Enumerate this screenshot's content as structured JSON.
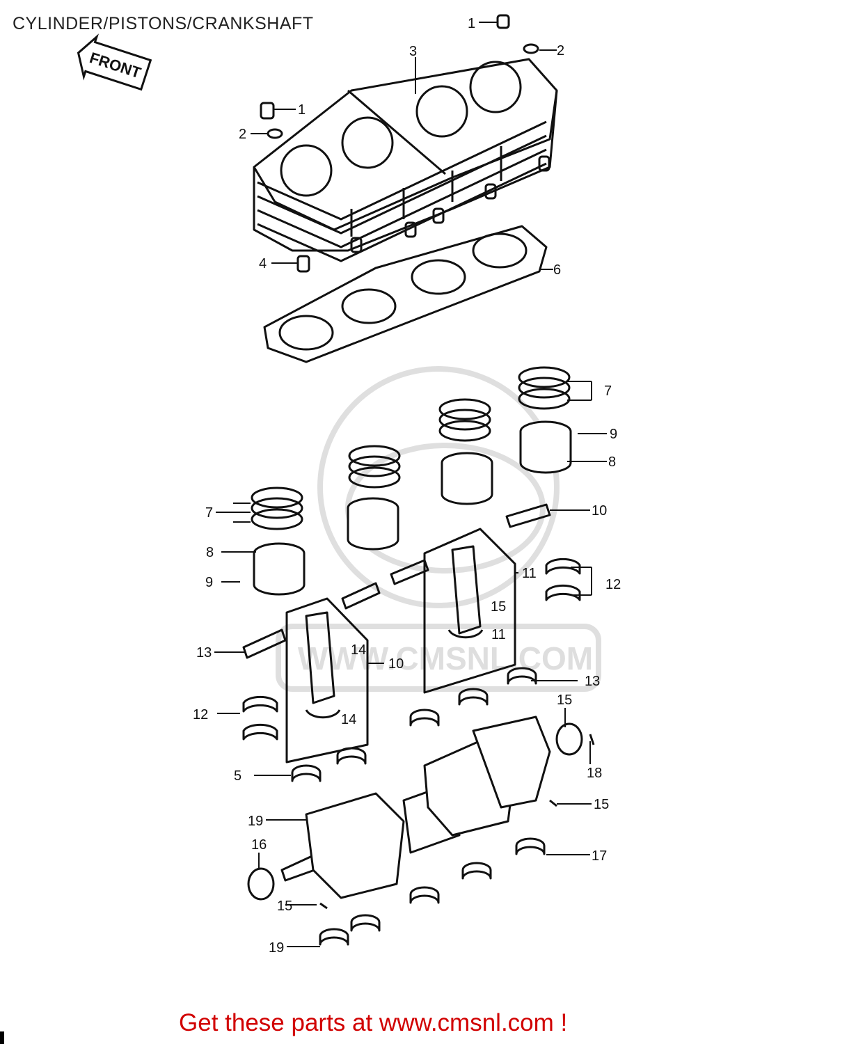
{
  "page": {
    "title": "CYLINDER/PISTONS/CRANKSHAFT",
    "front_arrow_label": "FRONT",
    "watermark_text": "WWW.CMSNL.COM",
    "cta": "Get these parts at www.cmsnl.com !"
  },
  "callouts": [
    "1",
    "2",
    "3",
    "1",
    "2",
    "4",
    "6",
    "7",
    "9",
    "8",
    "7",
    "8",
    "9",
    "10",
    "11",
    "12",
    "13",
    "14",
    "10",
    "12",
    "11",
    "14",
    "13",
    "15",
    "18",
    "5",
    "15",
    "19",
    "16",
    "17",
    "15",
    "19",
    "15"
  ],
  "colors": {
    "line": "#111111",
    "cta": "#d10000",
    "watermark": "#d9d9d9"
  }
}
